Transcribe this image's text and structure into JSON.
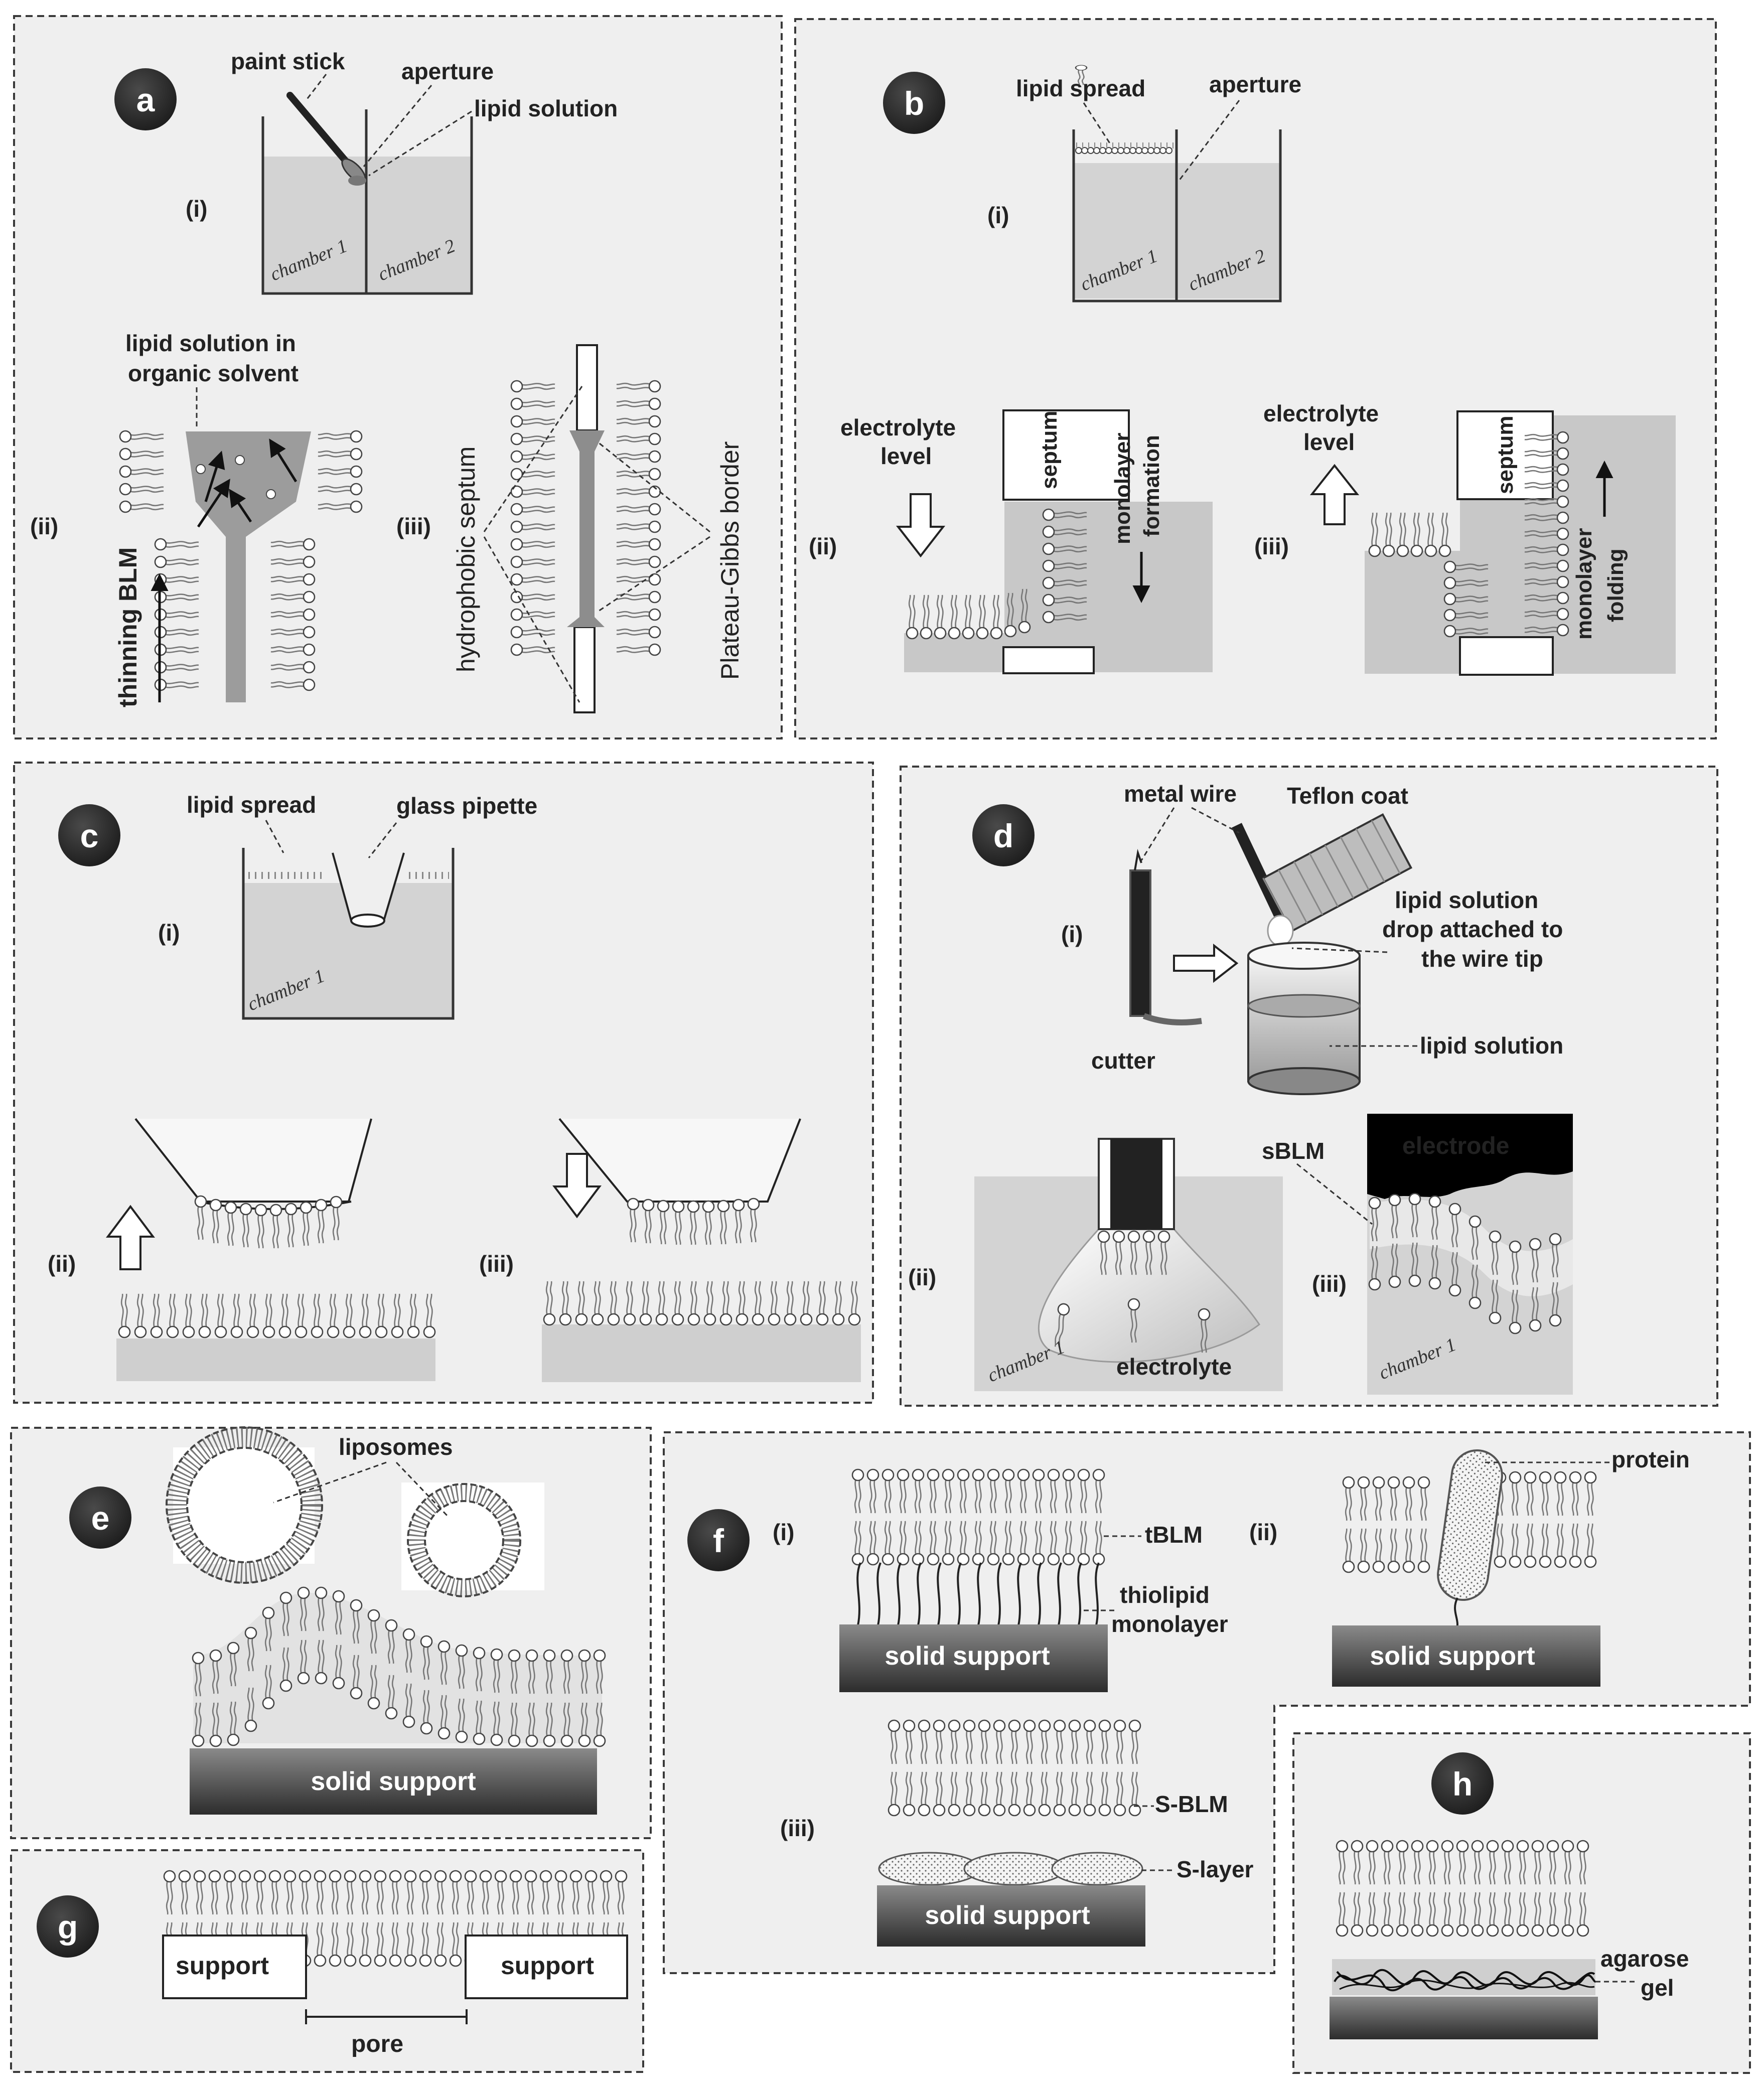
{
  "panels": {
    "a": {
      "badge": "a",
      "sub_i": "(i)",
      "sub_ii": "(ii)",
      "sub_iii": "(iii)",
      "paint_stick": "paint stick",
      "aperture": "aperture",
      "lipid_solution": "lipid solution",
      "chamber1": "chamber 1",
      "chamber2": "chamber 2",
      "lipid_solution_organic_line1": "lipid solution in",
      "lipid_solution_organic_line2": "organic solvent",
      "thinning_blm": "thinning BLM",
      "hydrophobic_septum": "hydrophobic septum",
      "plateau_gibbs": "Plateau-Gibbs border"
    },
    "b": {
      "badge": "b",
      "sub_i": "(i)",
      "sub_ii": "(ii)",
      "sub_iii": "(iii)",
      "lipid_spread": "lipid spread",
      "aperture": "aperture",
      "chamber1": "chamber 1",
      "chamber2": "chamber 2",
      "electrolyte_level_line1": "electrolyte",
      "electrolyte_level_line2": "level",
      "septum": "septum",
      "monolayer_formation_line1": "monolayer",
      "monolayer_formation_line2": "formation",
      "monolayer_folding_line1": "monolayer",
      "monolayer_folding_line2": "folding"
    },
    "c": {
      "badge": "c",
      "sub_i": "(i)",
      "sub_ii": "(ii)",
      "sub_iii": "(iii)",
      "lipid_spread": "lipid spread",
      "glass_pipette": "glass pipette",
      "chamber1": "chamber 1"
    },
    "d": {
      "badge": "d",
      "sub_i": "(i)",
      "sub_ii": "(ii)",
      "sub_iii": "(iii)",
      "metal_wire": "metal wire",
      "teflon_coat": "Teflon coat",
      "drop_line1": "lipid solution",
      "drop_line2": "drop attached to",
      "drop_line3": "the wire tip",
      "lipid_solution": "lipid solution",
      "cutter": "cutter",
      "sblm": "sBLM",
      "electrode": "electrode",
      "electrolyte": "electrolyte",
      "chamber1": "chamber 1"
    },
    "e": {
      "badge": "e",
      "liposomes": "liposomes",
      "solid_support": "solid support"
    },
    "f": {
      "badge": "f",
      "sub_i": "(i)",
      "sub_ii": "(ii)",
      "sub_iii": "(iii)",
      "tblm": "tBLM",
      "thiolipid_line1": "thiolipid",
      "thiolipid_line2": "monolayer",
      "protein": "protein",
      "sblm": "S-BLM",
      "slayer": "S-layer",
      "solid_support": "solid support"
    },
    "g": {
      "badge": "g",
      "support_left": "support",
      "support_right": "support",
      "pore": "pore"
    },
    "h": {
      "badge": "h",
      "agarose_line1": "agarose",
      "agarose_line2": "gel"
    }
  },
  "colors": {
    "panel_bg": "#efefef",
    "water": "#d3d3d3",
    "badge": "#2b2b2b",
    "support_top": "#777777",
    "support_bottom": "#2e2e2e",
    "electrode": "#000000"
  }
}
